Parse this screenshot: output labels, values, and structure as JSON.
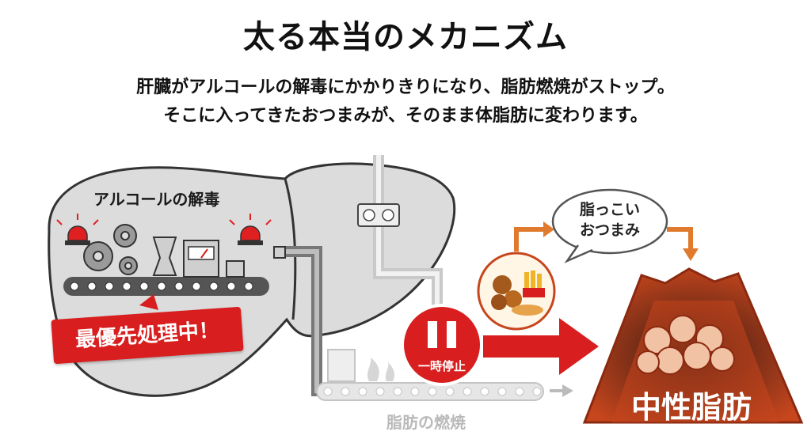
{
  "title": "太る本当のメカニズム",
  "subtitle_line1": "肝臓がアルコールの解毒にかかりきりになり、脂肪燃焼がストップ。",
  "subtitle_line2": "そこに入ってきたおつまみが、そのまま体脂肪に変わります。",
  "labels": {
    "detox": "アルコールの解毒",
    "priority": "最優先処理中！",
    "pause": "一時停止",
    "greasy_snacks": "脂っこい\nおつまみ",
    "neutral_fat": "中性脂肪",
    "fat_burning": "脂肪の燃焼"
  },
  "colors": {
    "accent_red": "#d81e1e",
    "fat_orange": "#c7461d",
    "liver_gray": "#dcdcdc"
  }
}
